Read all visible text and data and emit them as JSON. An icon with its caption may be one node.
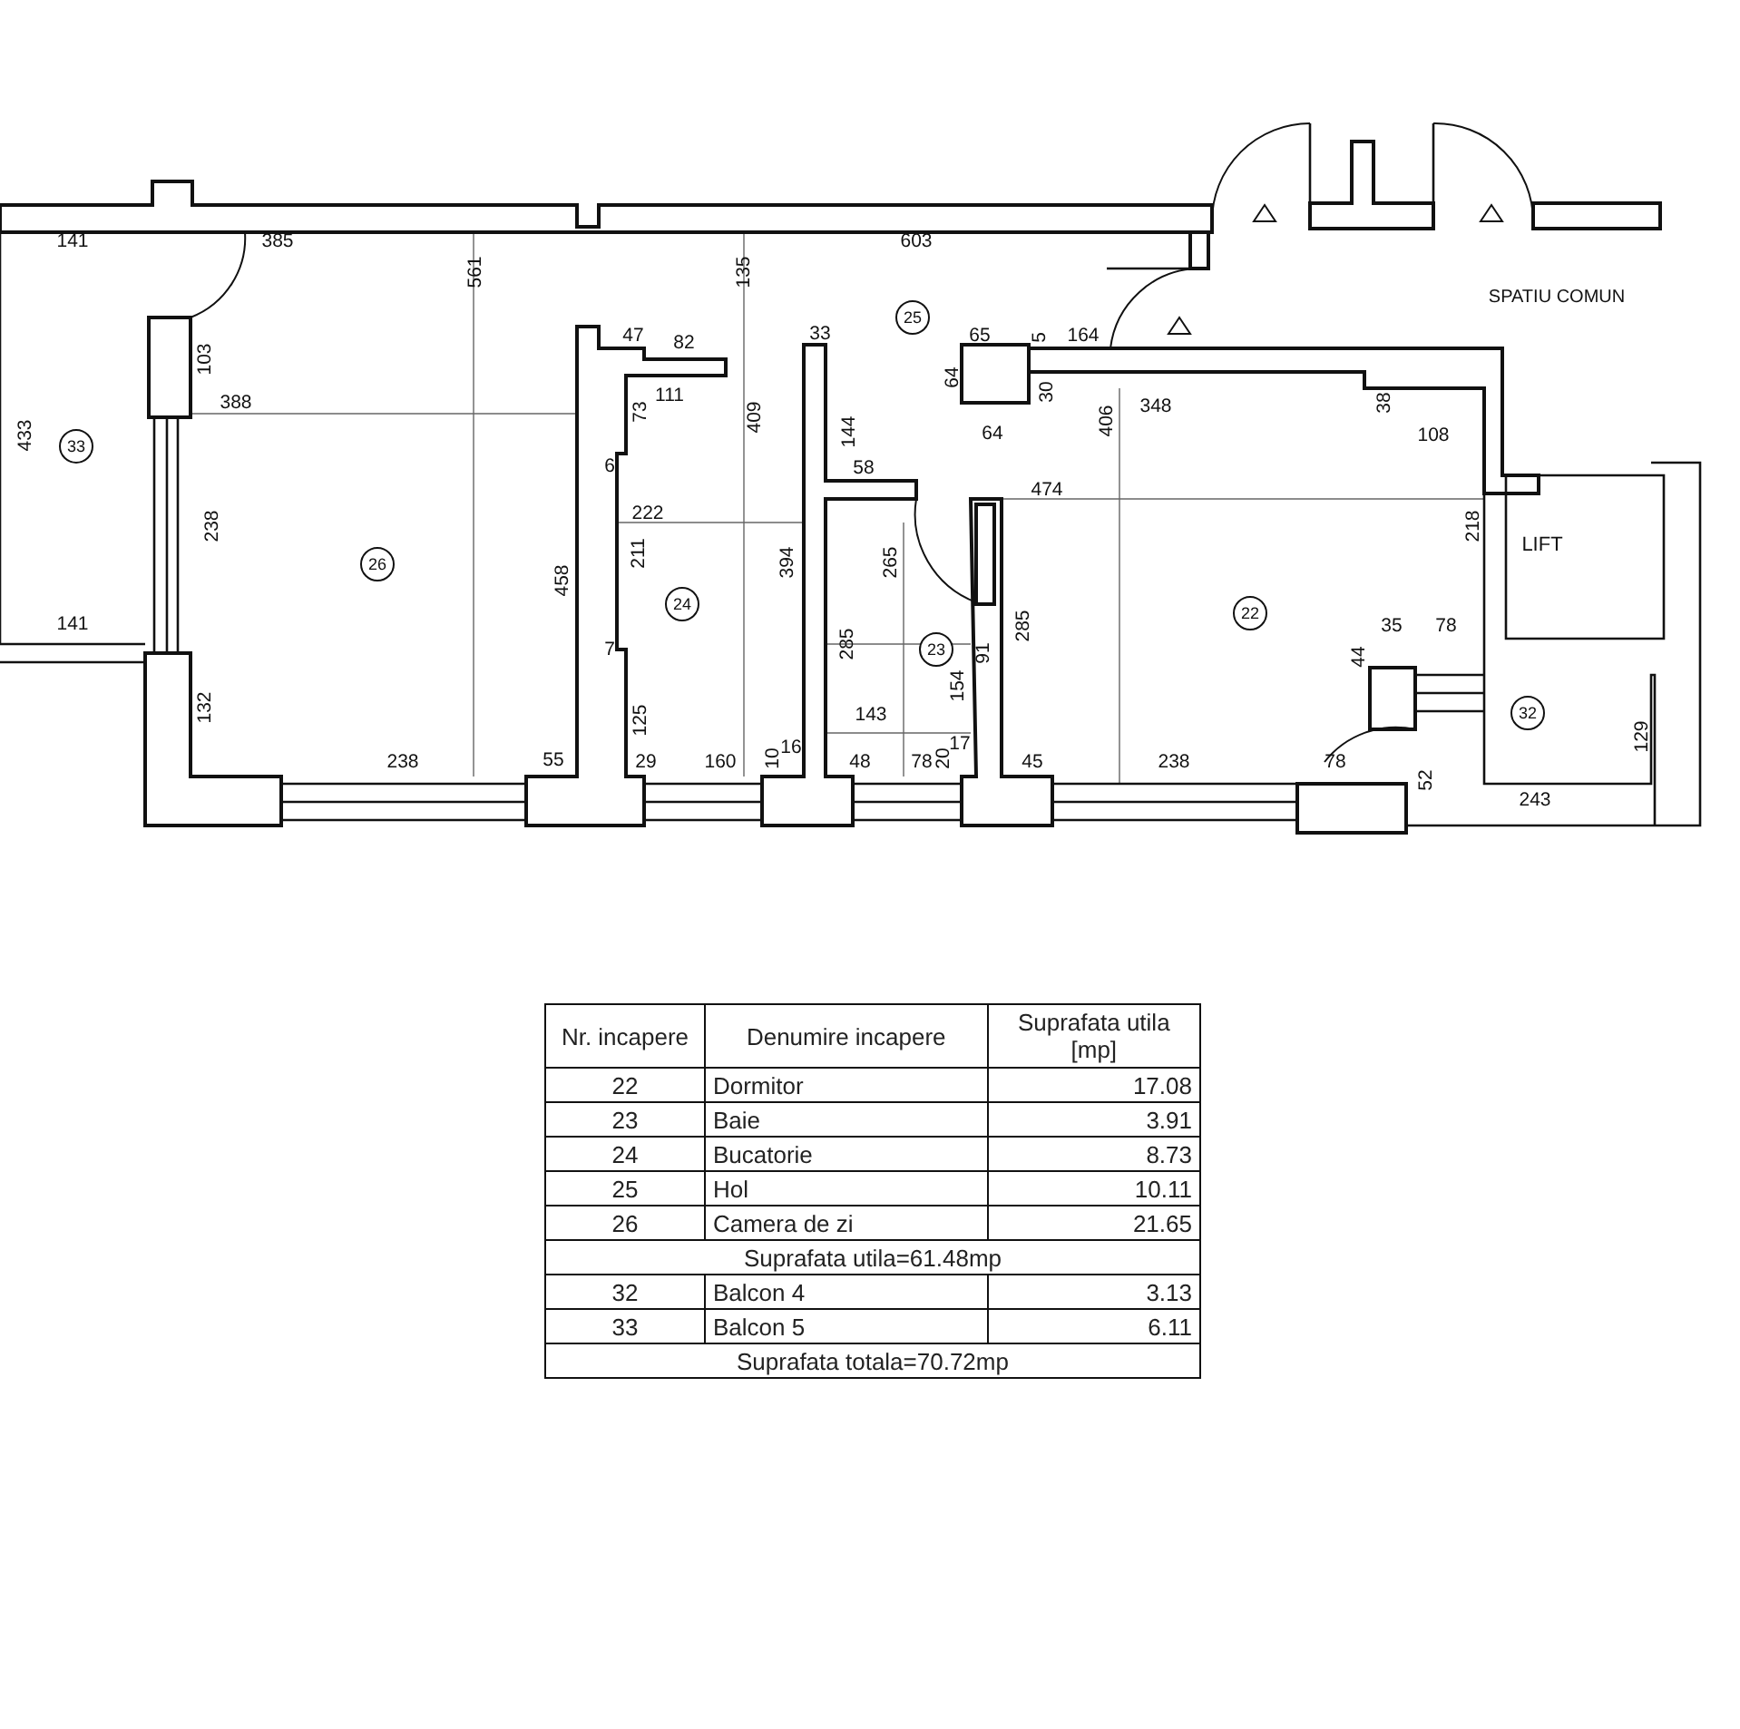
{
  "diagram": {
    "nodes": [
      {
        "text": [
          "25"
        ]
      },
      {
        "text": [
          "33"
        ]
      },
      {
        "text": [
          "26"
        ]
      },
      {
        "text": [
          "24"
        ]
      },
      {
        "text": [
          "22"
        ]
      },
      {
        "text": [
          "23"
        ]
      },
      {
        "text": [
          "32"
        ]
      },
      {
        "text": [
          "LIFT"
        ]
      }
    ],
    "labels": [
      "141",
      "385",
      "603",
      "561",
      "135",
      "SPATIU COMUN",
      "47",
      "82",
      "33",
      "65",
      "5",
      "164",
      "103",
      "388",
      "111",
      "64",
      "30",
      "348",
      "38",
      "73",
      "409",
      "144",
      "406",
      "64",
      "108",
      "433",
      "6",
      "222",
      "58",
      "474",
      "238",
      "218",
      "211",
      "265",
      "91",
      "458",
      "394",
      "285",
      "35",
      "78",
      "44",
      "141",
      "7",
      "285",
      "143",
      "154",
      "132",
      "125",
      "238",
      "55",
      "29",
      "160",
      "10",
      "16",
      "48",
      "78",
      "20",
      "17",
      "45",
      "238",
      "78",
      "52",
      "243",
      "129",
      "Nr. incapere",
      "Denumire incapere",
      "Suprafata utila [mp]",
      "22",
      "Dormitor",
      "17.08",
      "23",
      "Baie",
      "3.91",
      "24",
      "Bucatorie",
      "8.73",
      "25",
      "Hol",
      "10.11",
      "26",
      "Camera de zi",
      "21.65",
      "Suprafata utila=61.48mp",
      "32",
      "Balcon 4",
      "3.13",
      "33",
      "Balcon 5",
      "6.11",
      "Suprafata totala=70.72mp"
    ]
  }
}
